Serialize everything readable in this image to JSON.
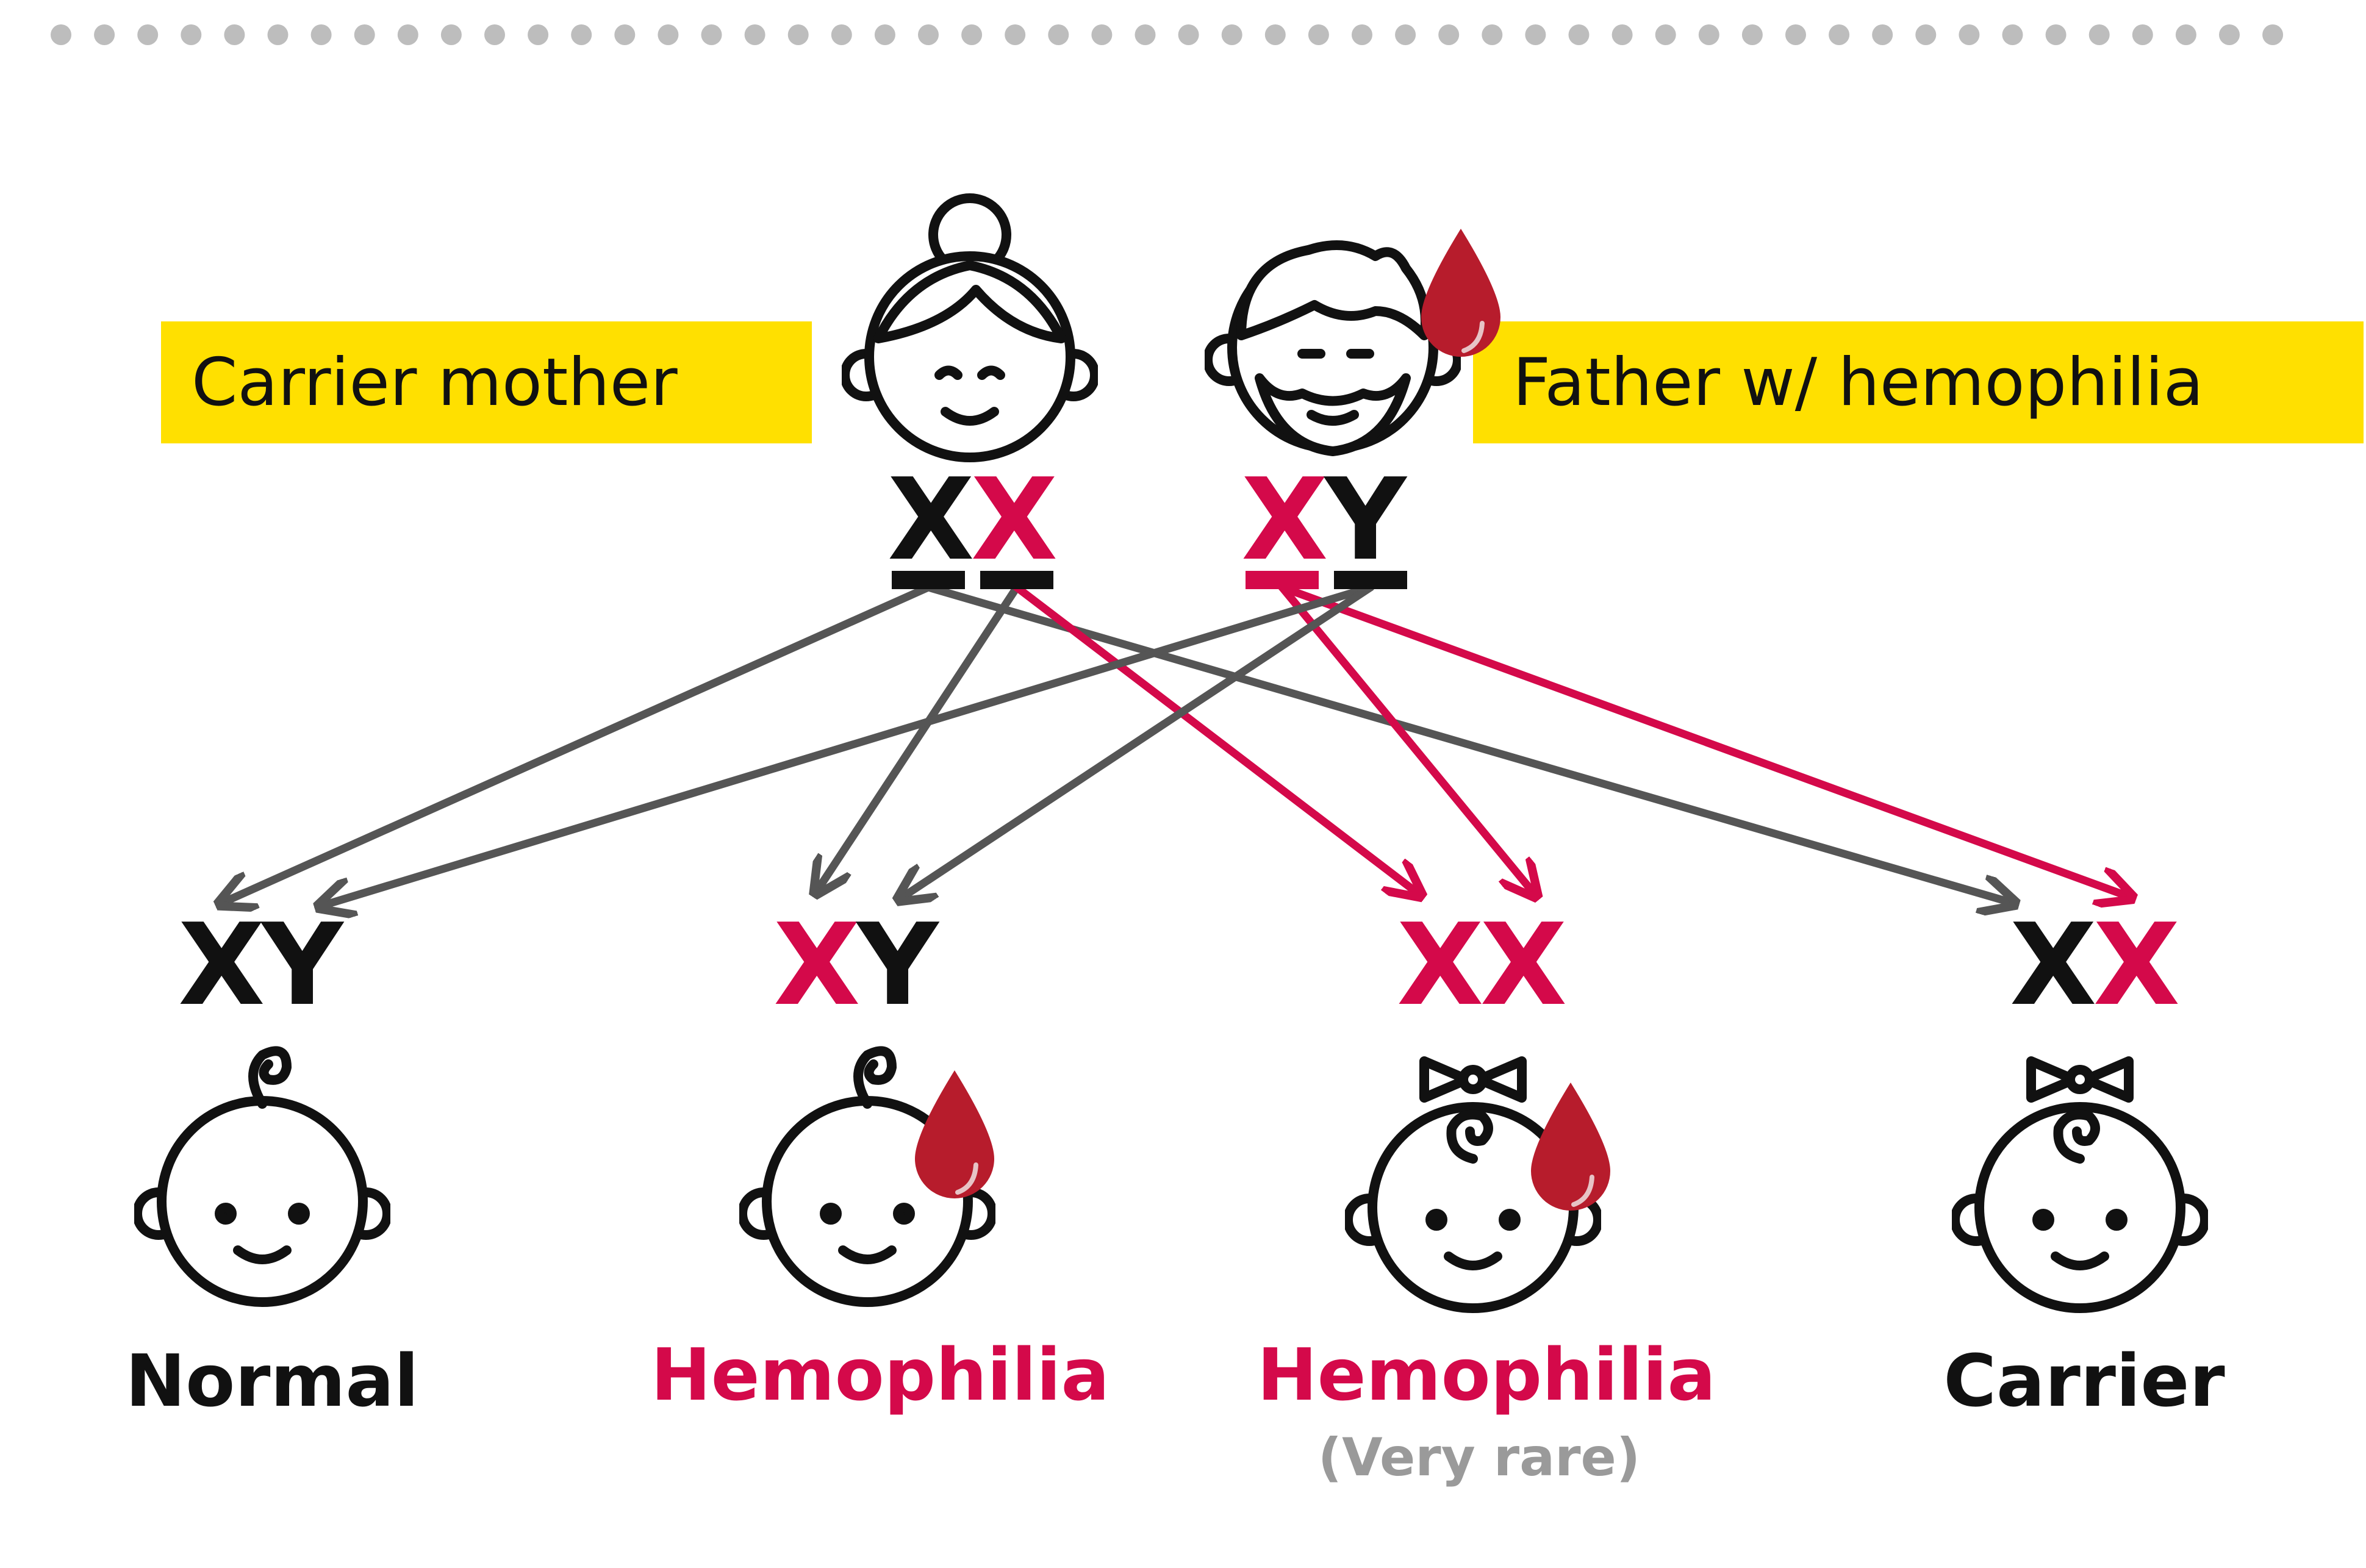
{
  "colors": {
    "black": "#111111",
    "red": "#D4094A",
    "arrow_gray": "#555555",
    "banner_yellow": "#FFE000",
    "dot_gray": "#BDBDBD",
    "drop_red": "#B71C2C",
    "note_gray": "#9A9A9A"
  },
  "parents": {
    "mother": {
      "label": "Carrier mother",
      "chromosomes": [
        {
          "letter": "X",
          "color": "black"
        },
        {
          "letter": "X",
          "color": "red"
        }
      ]
    },
    "father": {
      "label": "Father w/ hemophilia",
      "chromosomes": [
        {
          "letter": "X",
          "color": "red"
        },
        {
          "letter": "Y",
          "color": "black"
        }
      ]
    }
  },
  "children": [
    {
      "chromosomes": [
        {
          "letter": "X",
          "color": "black"
        },
        {
          "letter": "Y",
          "color": "black"
        }
      ],
      "label": "Normal",
      "label_color": "black",
      "note": "",
      "icon": "baby-boy-icon"
    },
    {
      "chromosomes": [
        {
          "letter": "X",
          "color": "red"
        },
        {
          "letter": "Y",
          "color": "black"
        }
      ],
      "label": "Hemophilia",
      "label_color": "red",
      "note": "",
      "icon": "baby-boy-icon"
    },
    {
      "chromosomes": [
        {
          "letter": "X",
          "color": "red"
        },
        {
          "letter": "X",
          "color": "red"
        }
      ],
      "label": "Hemophilia",
      "label_color": "red",
      "note": "(Very rare)",
      "icon": "baby-girl-icon"
    },
    {
      "chromosomes": [
        {
          "letter": "X",
          "color": "black"
        },
        {
          "letter": "X",
          "color": "red"
        }
      ],
      "label": "Carrier",
      "label_color": "black",
      "note": "",
      "icon": "baby-girl-icon"
    }
  ],
  "inheritance": [
    {
      "from": "mother-x-black",
      "to": "child-1",
      "color": "arrow_gray"
    },
    {
      "from": "mother-x-black",
      "to": "child-4",
      "color": "arrow_gray"
    },
    {
      "from": "mother-x-red",
      "to": "child-2",
      "color": "arrow_gray"
    },
    {
      "from": "mother-x-red",
      "to": "child-3",
      "color": "red"
    },
    {
      "from": "father-x-red",
      "to": "child-3",
      "color": "red"
    },
    {
      "from": "father-x-red",
      "to": "child-4",
      "color": "red"
    },
    {
      "from": "father-y",
      "to": "child-1",
      "color": "arrow_gray"
    },
    {
      "from": "father-y",
      "to": "child-2",
      "color": "arrow_gray"
    }
  ],
  "icons": {
    "mother": "woman-face-icon",
    "father": "bearded-man-face-icon",
    "drop": "blood-drop-icon",
    "dots": "dotted-divider"
  }
}
